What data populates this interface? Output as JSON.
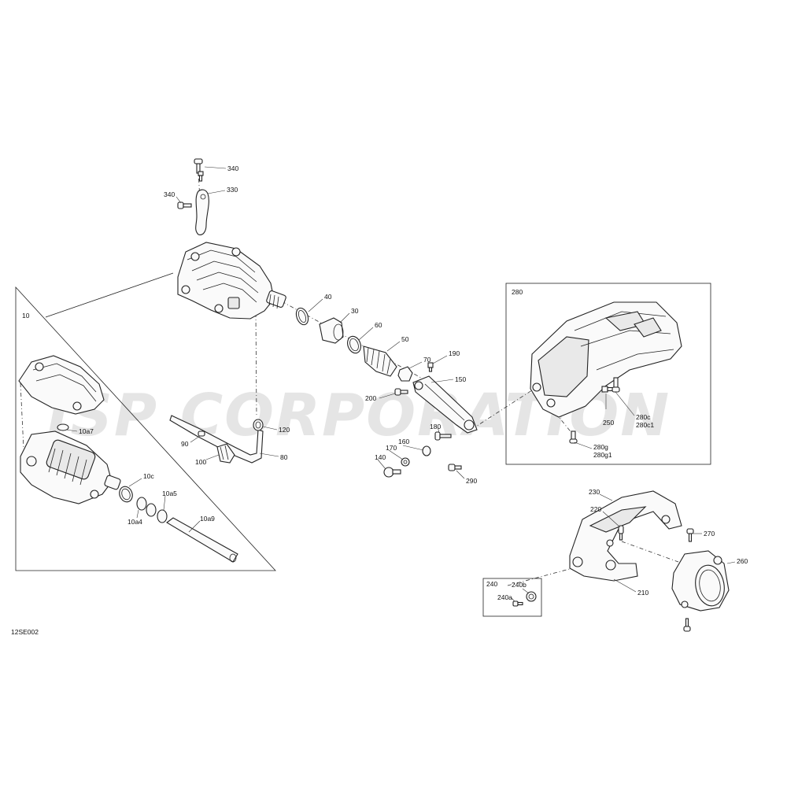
{
  "diagram": {
    "code": "12SE002",
    "watermark": "JSP CORPORATION",
    "labels": {
      "l340a": "340",
      "l340b": "340",
      "l330": "330",
      "l10": "10",
      "l40": "40",
      "l30": "30",
      "l60": "60",
      "l50": "50",
      "l70": "70",
      "l190": "190",
      "l150": "150",
      "l200": "200",
      "l10a7": "10a7",
      "l120": "120",
      "l90": "90",
      "l100": "100",
      "l80": "80",
      "l180": "180",
      "l160": "160",
      "l170": "170",
      "l140": "140",
      "l290": "290",
      "l10c": "10c",
      "l10a5": "10a5",
      "l10a4": "10a4",
      "l10a9": "10a9",
      "l280": "280",
      "l250": "250",
      "l280c": "280c",
      "l280c1": "280c1",
      "l280g": "280g",
      "l280g1": "280g1",
      "l230": "230",
      "l220": "220",
      "l270": "270",
      "l260": "260",
      "l210": "210",
      "l240": "240",
      "l240b": "240b",
      "l240a": "240a"
    }
  }
}
